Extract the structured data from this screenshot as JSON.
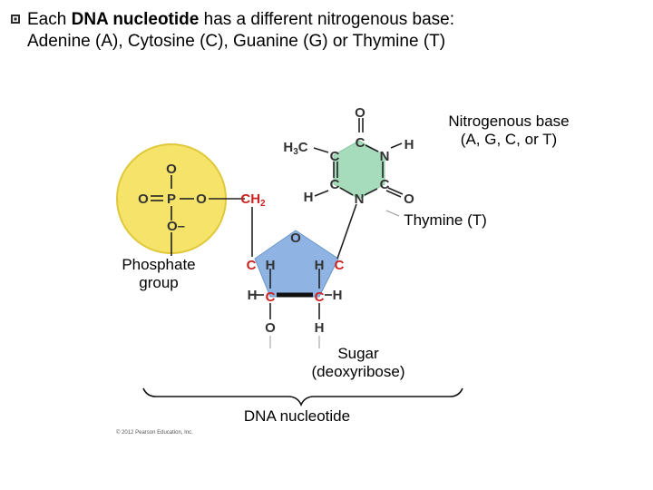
{
  "bullet": {
    "prefix": "Each ",
    "bold": "DNA nucleotide",
    "line1_rest": " has a different nitrogenous base:",
    "line2": "Adenine (A), Cytosine (C), Guanine (G) or Thymine (T)"
  },
  "labels": {
    "nitrogenous_base_line1": "Nitrogenous base",
    "nitrogenous_base_line2": "(A, G, C, or T)",
    "thymine": "Thymine (T)",
    "phosphate_line1": "Phosphate",
    "phosphate_line2": "group",
    "sugar_line1": "Sugar",
    "sugar_line2": "(deoxyribose)",
    "dna_nucleotide": "DNA nucleotide",
    "copyright": "© 2012 Pearson Education, Inc."
  },
  "atoms": {
    "O": "O",
    "P": "P",
    "C": "C",
    "H": "H",
    "N": "N",
    "O_minus": "O–",
    "CH2": "CH",
    "CH2_sub": "2",
    "H3C": "H",
    "H3C_sub": "3",
    "H3C_C": "C"
  },
  "colors": {
    "phosphate_fill": "#f6e36a",
    "phosphate_stroke": "#e0c83a",
    "base_fill": "#a6dcbc",
    "sugar_fill": "#8fb4e3",
    "red_atom": "#cc2222",
    "dark_atom": "#333333",
    "bond": "#222222"
  }
}
